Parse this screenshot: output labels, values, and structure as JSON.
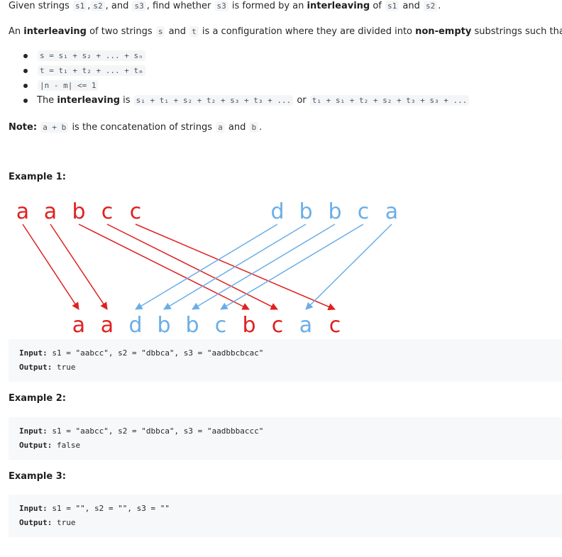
{
  "intro": {
    "prefix": "Given strings ",
    "s1": "s1",
    "comma1": ",",
    "s2": "s2",
    "and1": ", and ",
    "s3": "s3",
    "find": ", find whether ",
    "s3b": "s3",
    "is_formed": " is formed by an ",
    "interleaving": "interleaving",
    "of": " of ",
    "s1b": "s1",
    "and2": " and ",
    "s2b": "s2",
    "period": "."
  },
  "definition": {
    "an": "An ",
    "interleaving": "interleaving",
    "mid": " of two strings ",
    "s": "s",
    "and": " and ",
    "t": "t",
    "rest": " is a configuration where they are divided into ",
    "nonempty": "non-empty",
    "end": " substrings such that:"
  },
  "bullets": {
    "b1": "s = s₁ + s₂ + ... + sₙ",
    "b2": "t = t₁ + t₂ + ... + tₘ",
    "b3": "|n - m| <= 1",
    "b4_the": "The ",
    "b4_interleaving": "interleaving",
    "b4_is": " is ",
    "b4_code1": "s₁ + t₁ + s₂ + t₂ + s₃ + t₃ + ...",
    "b4_or": " or ",
    "b4_code2": "t₁ + s₁ + t₂ + s₂ + t₃ + s₃ + ..."
  },
  "note": {
    "label": "Note:",
    "code1": "a + b",
    "mid": " is the concatenation of strings ",
    "a": "a",
    "and": " and ",
    "b": "b",
    "period": "."
  },
  "diagram": {
    "s1_letters": [
      "a",
      "a",
      "b",
      "c",
      "c"
    ],
    "s2_letters": [
      "d",
      "b",
      "b",
      "c",
      "a"
    ],
    "s3_letters": [
      "a",
      "a",
      "d",
      "b",
      "b",
      "c",
      "b",
      "c",
      "a",
      "c"
    ],
    "s3_colors": [
      "red",
      "red",
      "blue",
      "blue",
      "blue",
      "blue",
      "red",
      "red",
      "blue",
      "red"
    ],
    "red_color": "#e02020",
    "blue_color": "#6aaee8"
  },
  "examples": [
    {
      "title": "Example 1:",
      "input_label": "Input:",
      "input": " s1 = \"aabcc\", s2 = \"dbbca\", s3 = \"aadbbcbcac\"",
      "output_label": "Output:",
      "output": " true"
    },
    {
      "title": "Example 2:",
      "input_label": "Input:",
      "input": " s1 = \"aabcc\", s2 = \"dbbca\", s3 = \"aadbbbaccc\"",
      "output_label": "Output:",
      "output": " false"
    },
    {
      "title": "Example 3:",
      "input_label": "Input:",
      "input": " s1 = \"\", s2 = \"\", s3 = \"\"",
      "output_label": "Output:",
      "output": " true"
    }
  ]
}
